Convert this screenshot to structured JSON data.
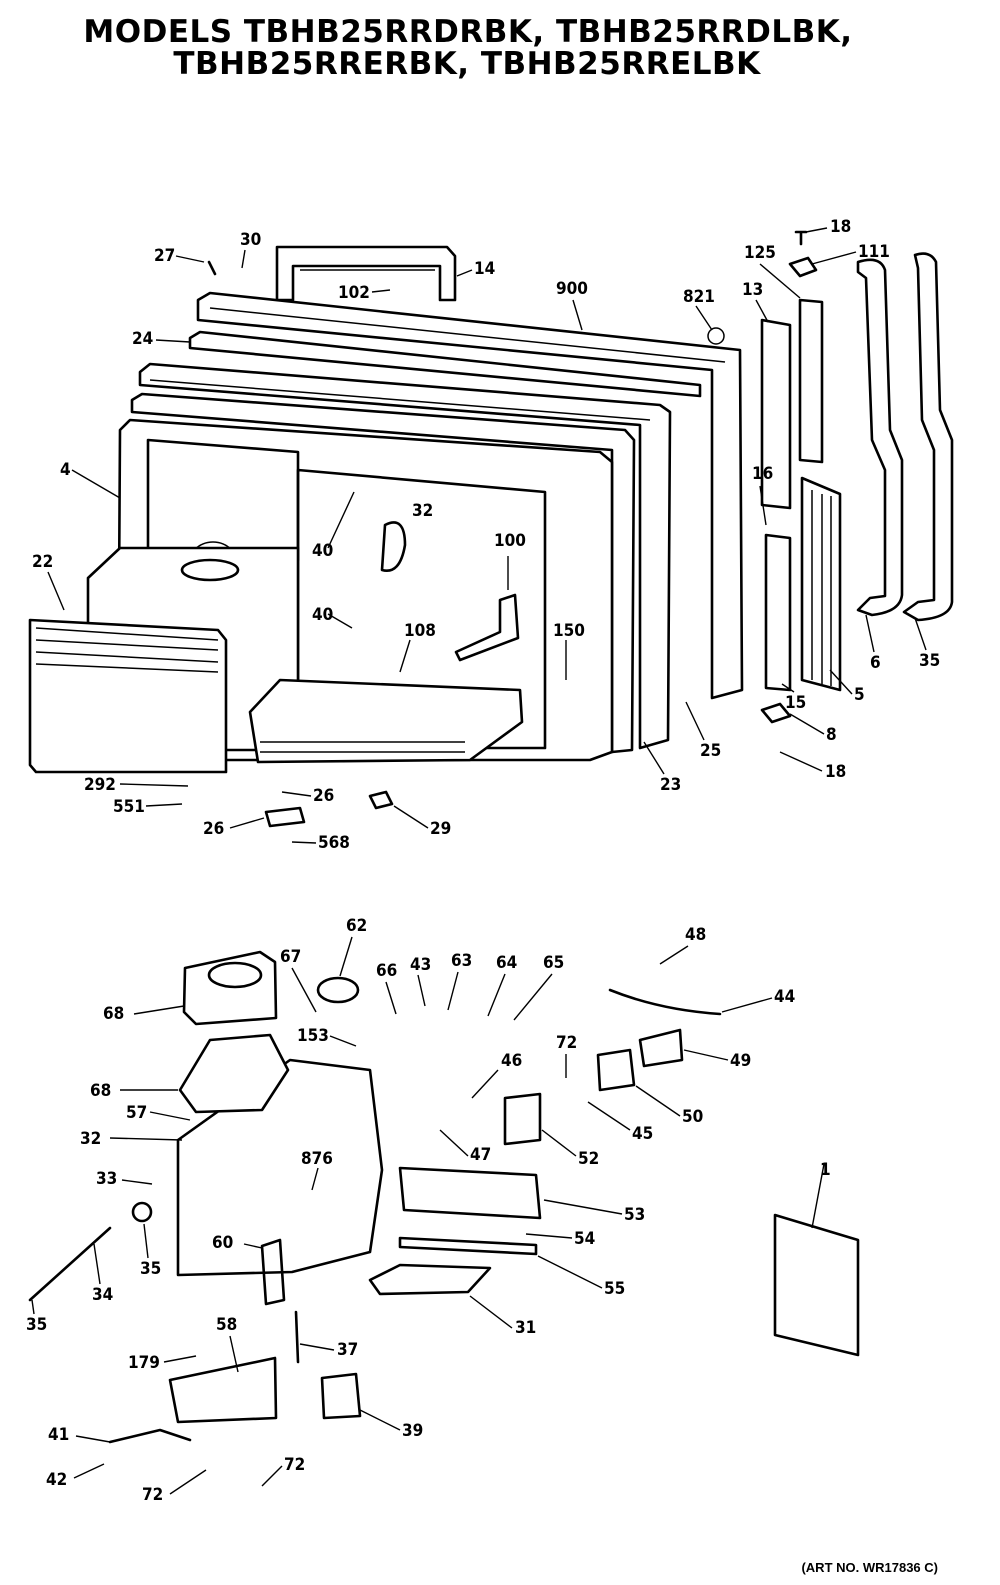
{
  "title": {
    "line1": "MODELS TBHB25RRDRBK, TBHB25RRDLBK,",
    "line2": "TBHB25RRERBK, TBHB25RRELBK"
  },
  "art_number": "(ART NO. WR17836 C)",
  "upper_labels": {
    "p27": "27",
    "p30": "30",
    "p14": "14",
    "p102": "102",
    "p900": "900",
    "p821": "821",
    "p125": "125",
    "p18a": "18",
    "p111": "111",
    "p13": "13",
    "p24": "24",
    "p4": "4",
    "p22": "22",
    "p40a": "40",
    "p40b": "40",
    "p32": "32",
    "p100": "100",
    "p108": "108",
    "p150": "150",
    "p16": "16",
    "p6": "6",
    "p35": "35",
    "p5": "5",
    "p15": "15",
    "p25": "25",
    "p23": "23",
    "p8": "8",
    "p18b": "18",
    "p292": "292",
    "p551": "551",
    "p26a": "26",
    "p26b": "26",
    "p568": "568",
    "p29": "29"
  },
  "lower_labels": {
    "p62": "62",
    "p67": "67",
    "p66": "66",
    "p43": "43",
    "p63": "63",
    "p64": "64",
    "p65": "65",
    "p48": "48",
    "p44": "44",
    "p68a": "68",
    "p68b": "68",
    "p153": "153",
    "p46": "46",
    "p72a": "72",
    "p49": "49",
    "p57": "57",
    "p45": "45",
    "p50": "50",
    "p32": "32",
    "p47": "47",
    "p52": "52",
    "p33": "33",
    "p876": "876",
    "p53": "53",
    "p35a": "35",
    "p60": "60",
    "p54": "54",
    "p34": "34",
    "p55": "55",
    "p35b": "35",
    "p31": "31",
    "p58": "58",
    "p37": "37",
    "p179": "179",
    "p39": "39",
    "p41": "41",
    "p42": "42",
    "p72b": "72",
    "p72c": "72",
    "p1": "1"
  }
}
